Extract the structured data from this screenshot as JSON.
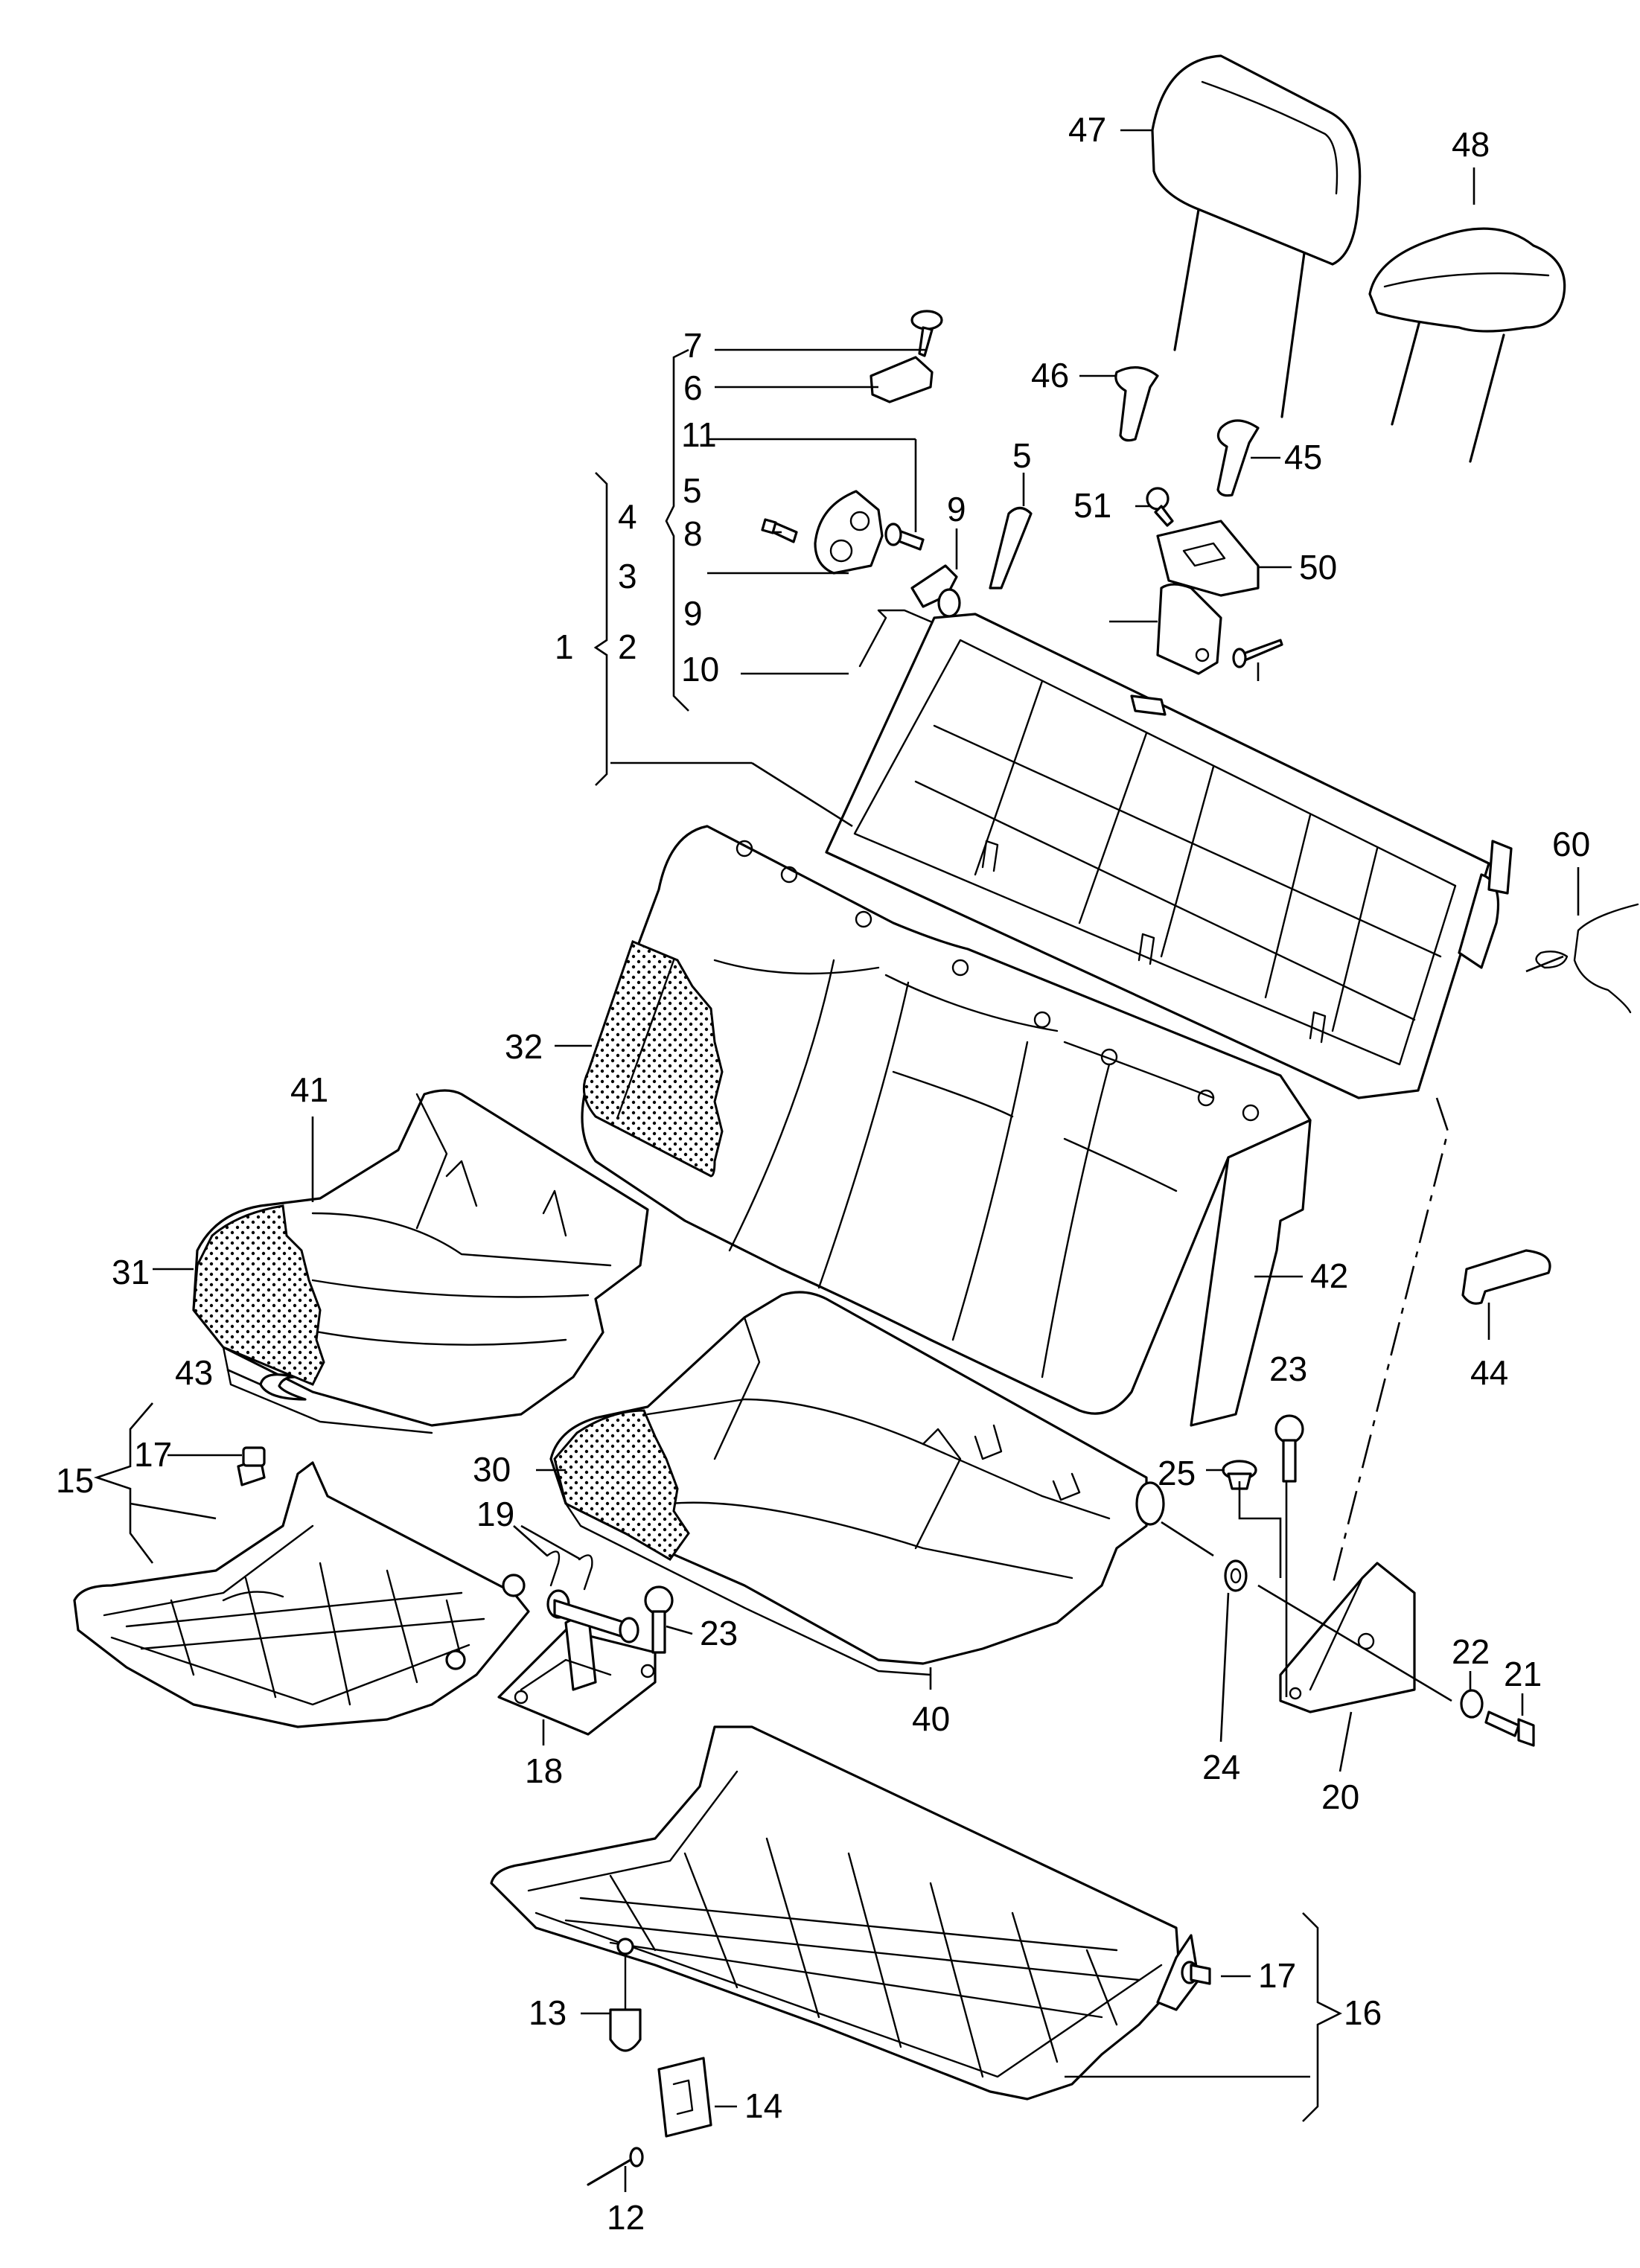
{
  "labels": {
    "n1": "1",
    "n2": "2",
    "n3": "3",
    "n4": "4",
    "n5": "5",
    "n6": "6",
    "n7": "7",
    "n8": "8",
    "n9": "9",
    "n10": "10",
    "n11": "11",
    "n12": "12",
    "n13": "13",
    "n14": "14",
    "n15": "15",
    "n16": "16",
    "n17": "17",
    "n18": "18",
    "n19": "19",
    "n20": "20",
    "n21": "21",
    "n22": "22",
    "n23": "23",
    "n24": "24",
    "n25": "25",
    "n30": "30",
    "n31": "31",
    "n32": "32",
    "n40": "40",
    "n41": "41",
    "n42": "42",
    "n43": "43",
    "n44": "44",
    "n45": "45",
    "n46": "46",
    "n47": "47",
    "n48": "48",
    "n50": "50",
    "n51": "51",
    "n60": "60"
  },
  "colors": {
    "line": "#000000",
    "background": "#ffffff"
  }
}
